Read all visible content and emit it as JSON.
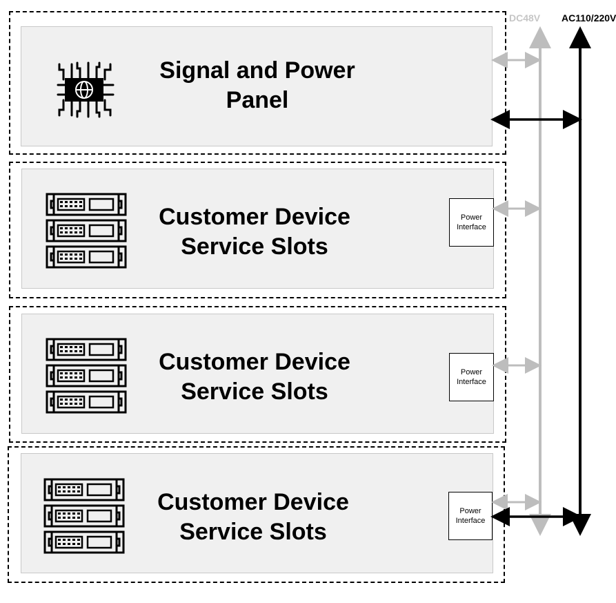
{
  "buses": {
    "dc_label": "DC48V",
    "ac_label": "AC110/220V",
    "dc_color": "#bdbdbd",
    "ac_color": "#000000"
  },
  "sections": [
    {
      "title_line1": "Signal and Power",
      "title_line2": "Panel",
      "icon": "chip-globe-icon"
    },
    {
      "title_line1": "Customer Device",
      "title_line2": "Service Slots",
      "icon": "server-rack-icon",
      "interface_line1": "Power",
      "interface_line2": "Interface"
    },
    {
      "title_line1": "Customer Device",
      "title_line2": "Service Slots",
      "icon": "server-rack-icon",
      "interface_line1": "Power",
      "interface_line2": "Interface"
    },
    {
      "title_line1": "Customer Device",
      "title_line2": "Service Slots",
      "icon": "server-rack-icon",
      "interface_line1": "Power",
      "interface_line2": "Interface"
    }
  ],
  "colors": {
    "panel_fill": "#f0f0f0",
    "panel_border": "#c8c8c8"
  }
}
